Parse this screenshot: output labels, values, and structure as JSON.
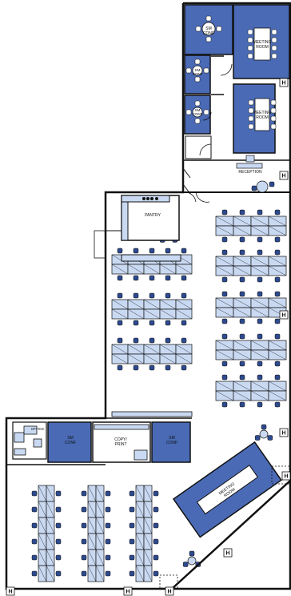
{
  "colors": {
    "room_fill": "#4a6ab5",
    "desk_fill": "#c9d9f2",
    "chair_fill": "#2e4a8e",
    "wall": "#111111",
    "floor": "#ffffff"
  },
  "rooms": {
    "sm_conf_top": "SM CONF",
    "meeting_room_top": "MEETING ROOM",
    "sm_conf_2": "SM CONF",
    "sm_conf_3": "SM CONF",
    "meeting_room_mid": "MEETING ROOM",
    "reception": "RECEPTION",
    "pantry": "PANTRY",
    "office": "OFFICE",
    "sm_conf_left": "SM CONF",
    "copy_print": "COPY/ PRINT",
    "sm_conf_right": "SM CONF",
    "meeting_room_diag": "MEETING ROOM"
  },
  "icons": {
    "elevator": "H"
  }
}
